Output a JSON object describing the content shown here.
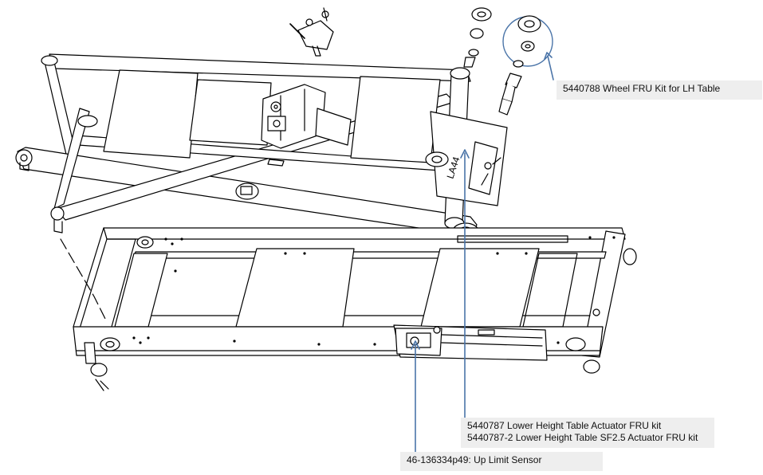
{
  "callouts": {
    "wheel_kit": "5440788 Wheel FRU Kit for LH Table",
    "actuator_kit": "5440787 Lower Height Table Actuator FRU kit",
    "actuator_kit_sf25": "5440787-2 Lower Height Table  SF2.5 Actuator FRU kit",
    "up_limit_sensor": "46-136334p49: Up Limit Sensor"
  },
  "part_marking": "LA44",
  "colors": {
    "line": "#000000",
    "leader": "#4a74a8",
    "callout_bg": "#eeeeee"
  }
}
